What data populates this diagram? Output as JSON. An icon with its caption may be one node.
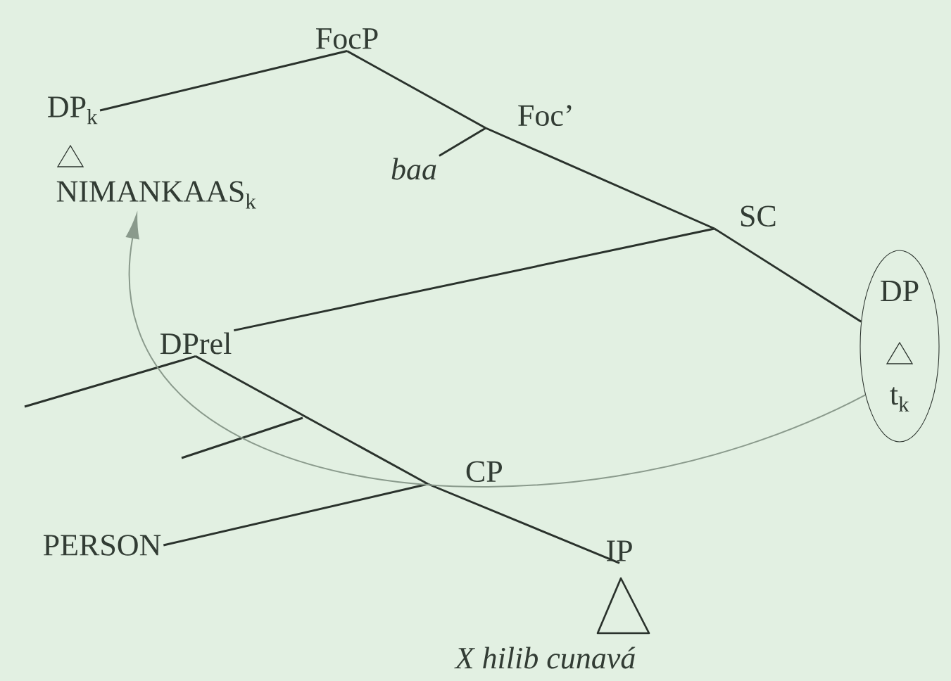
{
  "diagram": {
    "nodes": [
      {
        "text": [
          "FocP"
        ]
      },
      {
        "text": [
          "DP$_{k}$"
        ]
      },
      {
        "text": [
          "NIMANKAAS$_{k}$"
        ]
      },
      {
        "text": [
          "Foc’"
        ]
      },
      {
        "text": [
          "baa"
        ]
      },
      {
        "text": [
          "SC"
        ]
      },
      {
        "text": [
          "DP",
          "t$_{k}$"
        ]
      },
      {
        "text": [
          "DPrel"
        ]
      },
      {
        "text": [
          "CP"
        ]
      },
      {
        "text": [
          "PERSON"
        ]
      },
      {
        "text": [
          "IP"
        ]
      },
      {
        "text": [
          "X hilib cunavá"
        ]
      }
    ],
    "edges": [
      {
        "from": 0,
        "to": 1,
        "arrow": "none"
      },
      {
        "from": 0,
        "to": 3,
        "arrow": "none"
      },
      {
        "from": 3,
        "to": 4,
        "arrow": "none"
      },
      {
        "from": 3,
        "to": 5,
        "arrow": "none"
      },
      {
        "from": 5,
        "to": 6,
        "arrow": "none"
      },
      {
        "from": 5,
        "to": 7,
        "arrow": "none"
      },
      {
        "from": 7,
        "to": null,
        "arrow": "none"
      },
      {
        "from": 7,
        "to": 8,
        "arrow": "none"
      },
      {
        "from": 8,
        "to": 9,
        "arrow": "none"
      },
      {
        "from": 8,
        "to": 10,
        "arrow": "none"
      },
      {
        "from": 6,
        "to": 2,
        "arrow": "to",
        "color": "#8a9a8c"
      }
    ]
  }
}
